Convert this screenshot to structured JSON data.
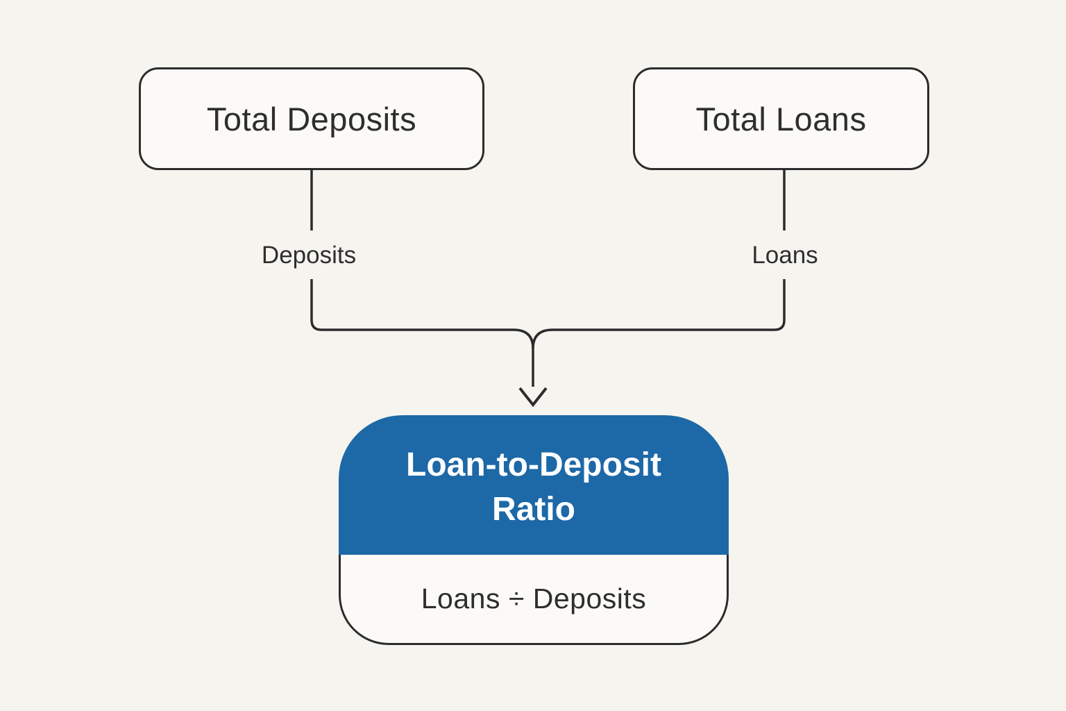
{
  "diagram": {
    "background": "#f6f4ef",
    "stroke_color": "#2b2b2b",
    "accent_blue": "#1d68a7",
    "node_fill": "#fbfaf6",
    "text_color": "#2e2e2e",
    "source_nodes": [
      {
        "id": "total-deposits",
        "label": "Total Deposits",
        "edge_label": "Deposits"
      },
      {
        "id": "total-loans",
        "label": "Total Loans",
        "edge_label": "Loans"
      }
    ],
    "result_node": {
      "title": "Loan-to-Deposit Ratio",
      "title_line1": "Loan-to-Deposit",
      "title_line2": "Ratio",
      "formula": "Loans ÷ Deposits"
    }
  }
}
